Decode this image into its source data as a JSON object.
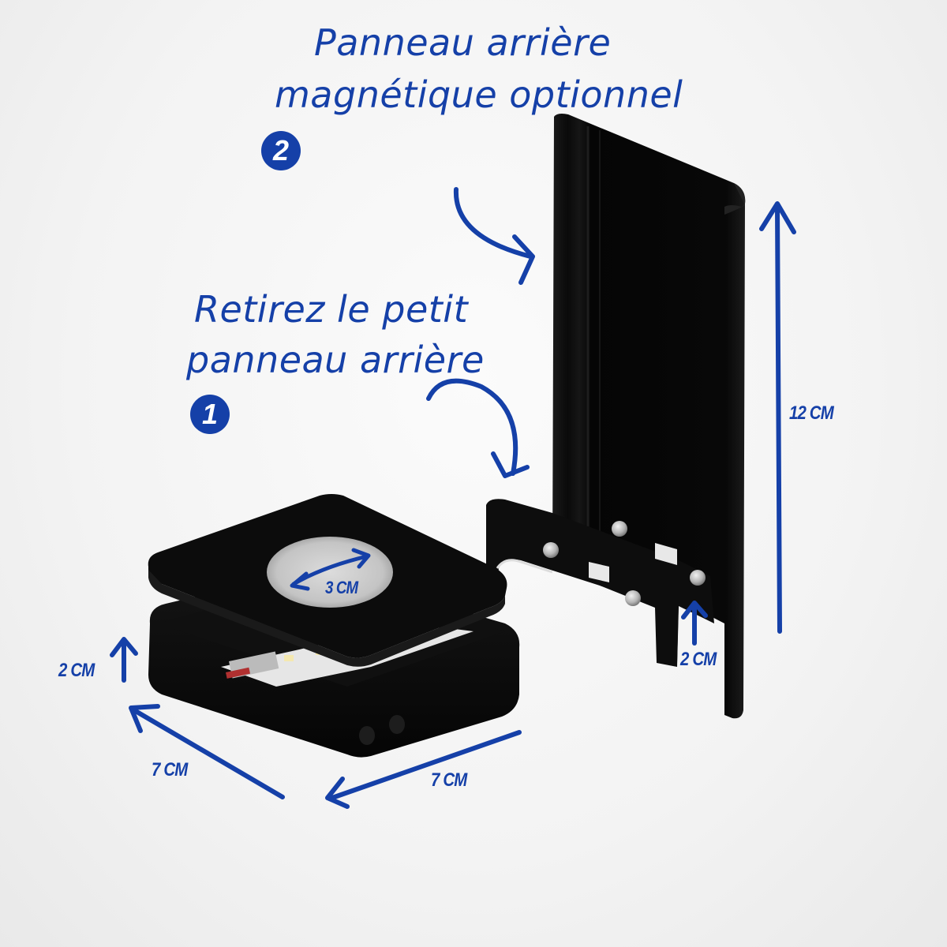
{
  "annotations": {
    "step2": {
      "number": "2",
      "line1": "Panneau arrière",
      "line2": "magnétique optionnel"
    },
    "step1": {
      "number": "1",
      "line1": "Retirez le petit",
      "line2": "panneau arrière"
    }
  },
  "dimensions": {
    "panel_height": "12 CM",
    "panel_depth": "2 CM",
    "box_height": "2 CM",
    "box_width_left": "7 CM",
    "box_width_right": "7 CM",
    "lens_diameter": "3 CM"
  },
  "colors": {
    "annotation_blue": "#1540a8",
    "device_black": "#0b0b0b",
    "background": "#f5f5f5"
  }
}
